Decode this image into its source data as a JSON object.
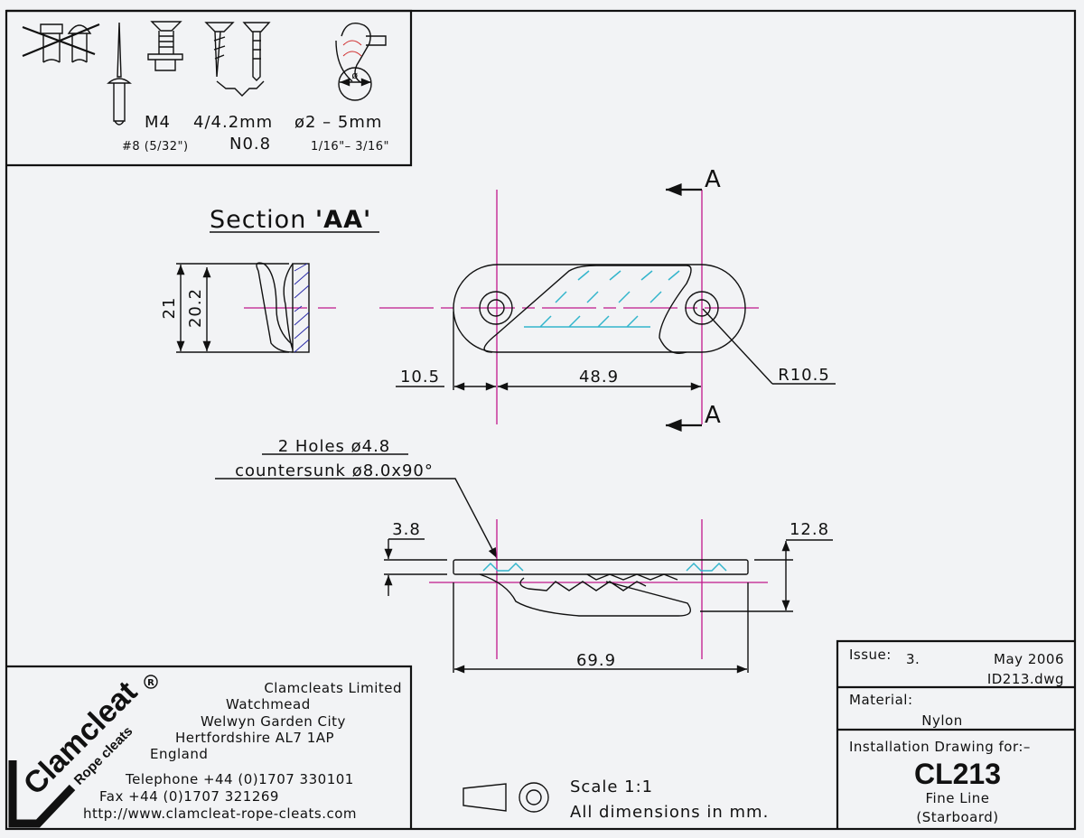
{
  "fasteners": {
    "m4": "M4",
    "m4_imperial": "#8 (5/32\")",
    "screw": "4/4.2mm",
    "screw_no": "N0.8",
    "rope": "ø2 – 5mm",
    "rope_imperial": "1/16\"– 3/16\""
  },
  "section": {
    "title": "Section ",
    "title_mark": "'AA'",
    "dim_height_outer": "21",
    "dim_height_inner": "20.2"
  },
  "plan_view": {
    "section_marker_top": "A",
    "section_marker_bottom": "A",
    "dim_edge": "10.5",
    "dim_centers": "48.9",
    "dim_radius": "R10.5"
  },
  "hole_note": {
    "line1": "2 Holes ø4.8",
    "line2": "countersunk ø8.0x90°"
  },
  "side_view": {
    "dim_thickness": "3.8",
    "dim_height": "12.8",
    "dim_length": "69.9"
  },
  "scale": {
    "scale_label": "Scale 1:1",
    "units_label": "All dimensions in mm."
  },
  "company": {
    "logo_brand": "Clamcleat",
    "logo_tagline": "Rope cleats",
    "logo_registered": "®",
    "name": "Clamcleats Limited",
    "address1": "Watchmead",
    "address2": "Welwyn Garden City",
    "address3": "Hertfordshire AL7 1AP",
    "address4": "England",
    "telephone": "Telephone +44 (0)1707 330101",
    "fax": "Fax +44 (0)1707 321269",
    "website": "http://www.clamcleat-rope-cleats.com"
  },
  "title_block": {
    "issue_label": "Issue:",
    "issue_value": "3.",
    "date": "May 2006",
    "file": "ID213.dwg",
    "material_label": "Material:",
    "material_value": "Nylon",
    "drawing_for_label": "Installation Drawing for:–",
    "part_number": "CL213",
    "part_name": "Fine Line",
    "part_variant": "(Starboard)"
  }
}
